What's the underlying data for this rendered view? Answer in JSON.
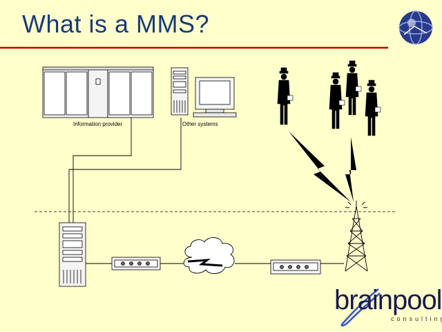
{
  "title": "What is a MMS?",
  "labels": {
    "information_provider": "Information provider",
    "other_systems": "Other systems"
  },
  "brand": {
    "name": "brainpool",
    "subtitle": "consulting"
  },
  "colors": {
    "background": "#ffffcc",
    "title": "#1a3a7a",
    "accent_rule": "#cc0000",
    "logo_swoosh": "#3355cc"
  }
}
